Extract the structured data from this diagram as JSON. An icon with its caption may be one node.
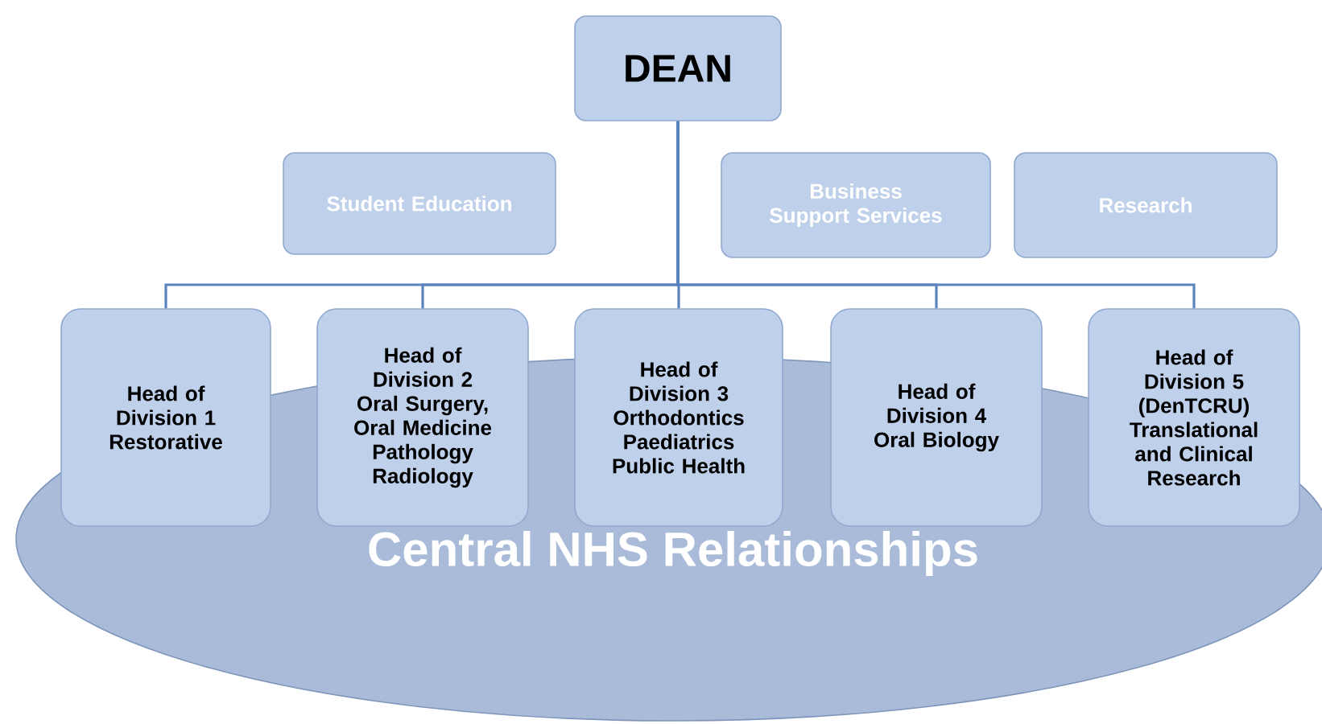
{
  "diagram": {
    "nodes": [
      {
        "text": [
          "DEAN"
        ]
      },
      {
        "text": [
          "Student Education"
        ]
      },
      {
        "text": [
          "Business Support Services"
        ]
      },
      {
        "text": [
          "Research"
        ]
      },
      {
        "text": [
          "Head of Division 1 Restorative"
        ]
      },
      {
        "text": [
          "Head of Division 2 Oral Surgery, Oral Medicine Pathology Radiology"
        ]
      },
      {
        "text": [
          "Head of Division 3 Orthodontics Paediatrics Public Health"
        ]
      },
      {
        "text": [
          "Head of Division 4 Oral Biology"
        ]
      },
      {
        "text": [
          "Head of Division 5 (DenTCRU) Translational and Clinical Research"
        ]
      },
      {
        "text": [
          "Central NHS Relationships"
        ]
      }
    ],
    "edges": [
      {
        "from": 0,
        "to": 4,
        "arrow": "none"
      },
      {
        "from": 0,
        "to": 5,
        "arrow": "none"
      },
      {
        "from": 0,
        "to": 6,
        "arrow": "none"
      },
      {
        "from": 0,
        "to": 7,
        "arrow": "none"
      },
      {
        "from": 0,
        "to": 8,
        "arrow": "none"
      }
    ]
  }
}
